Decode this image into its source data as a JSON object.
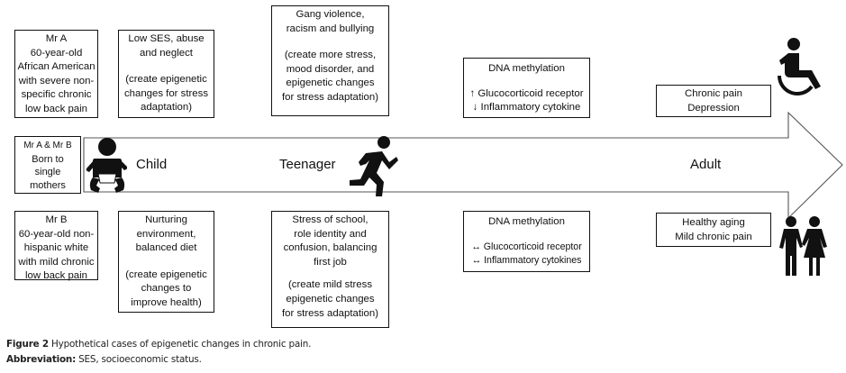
{
  "diagram": {
    "stages": {
      "child": "Child",
      "teenager": "Teenager",
      "adult": "Adult"
    },
    "start_box": {
      "lines": [
        "Mr A & Mr B",
        "Born to",
        "single",
        "mothers"
      ]
    },
    "top_row": {
      "person": {
        "lines": [
          "Mr A",
          "60-year-old",
          "African American",
          "with severe non-",
          "specific chronic",
          "low back pain"
        ]
      },
      "child_factors": {
        "lines": [
          "Low SES, abuse",
          "and neglect"
        ],
        "effect_lines": [
          "(create epigenetic",
          "changes for stress",
          "adaptation)"
        ]
      },
      "teen_factors": {
        "lines": [
          "Gang violence,",
          "racism and bullying"
        ],
        "effect_lines": [
          "(create more stress,",
          "mood disorder, and",
          "epigenetic changes",
          "for stress adaptation)"
        ]
      },
      "methylation": {
        "title": "DNA methylation",
        "items": [
          {
            "symbol": "↑",
            "direction": "increased",
            "label": "Glucocorticoid receptor"
          },
          {
            "symbol": "↓",
            "direction": "decreased",
            "label": "Inflammatory cytokine"
          }
        ]
      },
      "outcome": {
        "lines": [
          "Chronic pain",
          "Depression"
        ],
        "icon": "wheelchair-icon"
      }
    },
    "bottom_row": {
      "person": {
        "lines": [
          "Mr B",
          "60-year-old non-",
          "hispanic white",
          "with mild chronic",
          "low back pain"
        ]
      },
      "child_factors": {
        "lines": [
          "Nurturing",
          "environment,",
          "balanced diet"
        ],
        "effect_lines": [
          "(create epigenetic",
          "changes to",
          "improve health)"
        ]
      },
      "teen_factors": {
        "lines": [
          "Stress of school,",
          "role identity and",
          "confusion, balancing",
          "first job"
        ],
        "effect_lines": [
          "(create mild stress",
          "epigenetic changes",
          "for stress adaptation)"
        ]
      },
      "methylation": {
        "title": "DNA methylation",
        "items": [
          {
            "symbol": "↔",
            "direction": "unchanged",
            "label": "Glucocorticoid receptor"
          },
          {
            "symbol": "↔",
            "direction": "unchanged",
            "label": "Inflammatory cytokines"
          }
        ]
      },
      "outcome": {
        "lines": [
          "Healthy aging",
          "Mild chronic pain"
        ],
        "icon": "couple-icon"
      }
    },
    "icons": {
      "child": "baby-icon",
      "teenager": "running-person-icon"
    }
  },
  "caption": {
    "figure_label": "Figure 2",
    "figure_text": " Hypothetical cases of epigenetic changes in chronic pain.",
    "abbrev_label": "Abbreviation:",
    "abbrev_text": " SES, socioeconomic status."
  }
}
